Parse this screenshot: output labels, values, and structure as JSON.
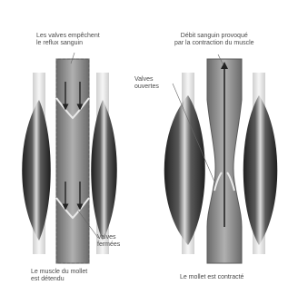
{
  "left_panel": {
    "top_caption": "Les valves empêchent\nle reflux sanguin",
    "valve_label": "Valves\nfermées",
    "bottom_caption": "Le muscle du mollet\nest détendu"
  },
  "right_panel": {
    "top_caption": "Débit sanguin provoqué\npar la contraction du muscle",
    "valve_label": "Valves\nouvertes",
    "bottom_caption": "Le mollet est contracté"
  },
  "colors": {
    "muscle_dark": "#2c2c2c",
    "muscle_light": "#e8e8e8",
    "vein_fill": "#9a9a9a",
    "vein_edge": "#5a5a5a",
    "arrow": "#222222"
  }
}
